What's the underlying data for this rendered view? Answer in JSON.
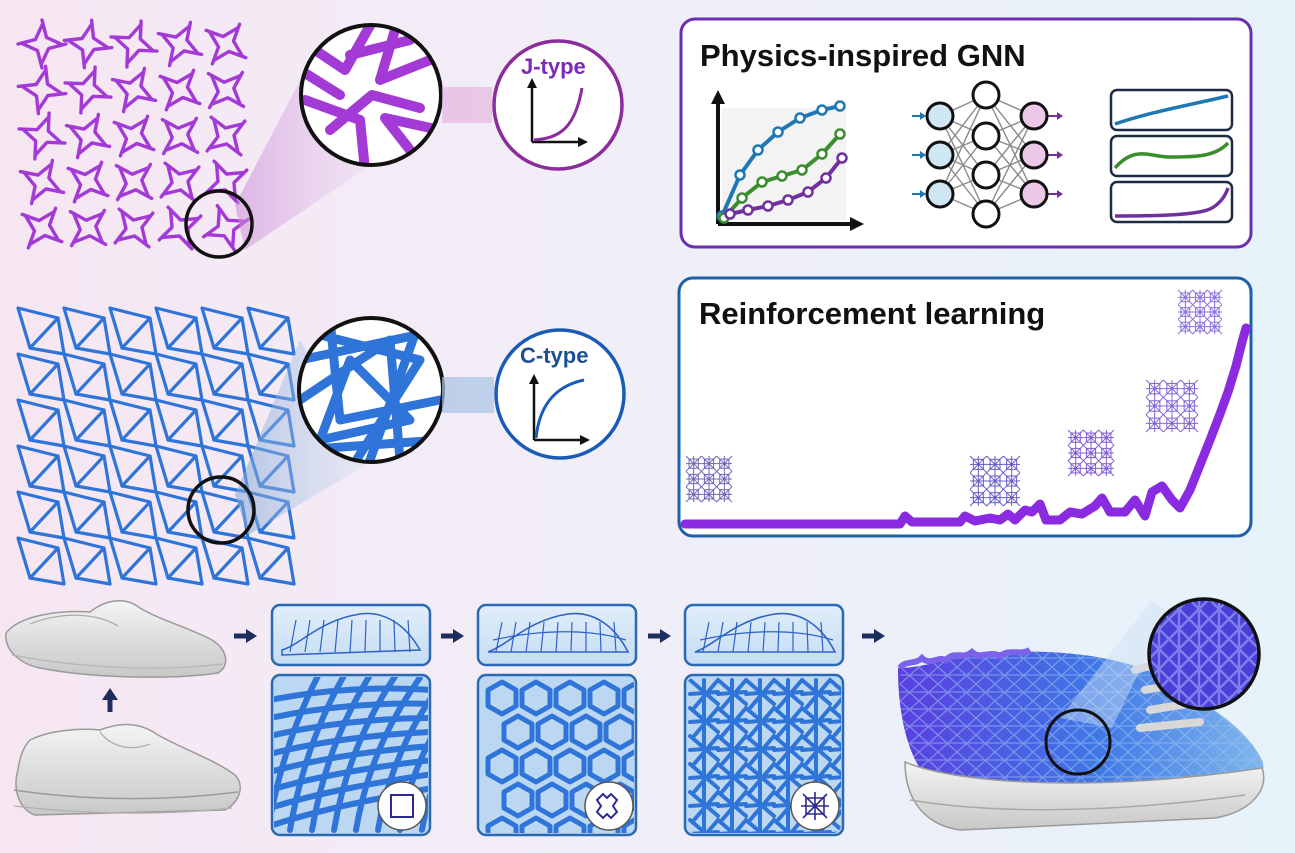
{
  "labels": {
    "j_type": "J-type",
    "c_type": "C-type",
    "gnn_title": "Physics-inspired GNN",
    "rl_title": "Reinforcement learning"
  },
  "colors": {
    "purple": "#a33ad6",
    "purple_dark": "#7c2ab5",
    "blue": "#2f74d8",
    "blue_dark": "#1a5bb8",
    "gnn_blue": "#1f77b4",
    "gnn_green": "#3c8d2f",
    "gnn_purple": "#7030a0",
    "rl_purple": "#8a2be2",
    "navy_arrow": "#1f2d5c",
    "node_in": "#cfe6f3",
    "node_out": "#ecc8e8"
  },
  "icons": [
    "arrow-right-icon",
    "arrow-up-icon",
    "square-unit-icon",
    "cross-unit-icon",
    "star-unit-icon"
  ]
}
